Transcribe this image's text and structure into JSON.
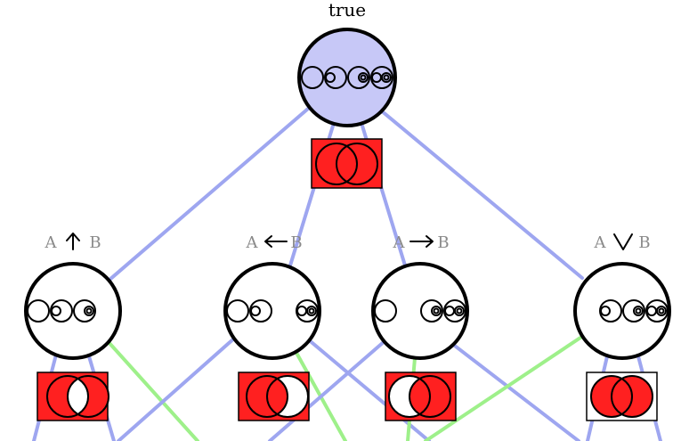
{
  "top": {
    "label": "true"
  },
  "operators": [
    {
      "left": "A",
      "symbol": "nand-arrow-icon",
      "right": "B"
    },
    {
      "left": "A",
      "symbol": "left-arrow-icon",
      "right": "B"
    },
    {
      "left": "A",
      "symbol": "right-arrow-icon",
      "right": "B"
    },
    {
      "left": "A",
      "symbol": "or-wedge-icon",
      "right": "B"
    }
  ],
  "colors": {
    "edge_blue": "#9ea6f0",
    "edge_green": "#9ef08a",
    "top_node_fill": "#c7c8f7",
    "venn_red": "#ff2020",
    "stroke": "#000000"
  }
}
